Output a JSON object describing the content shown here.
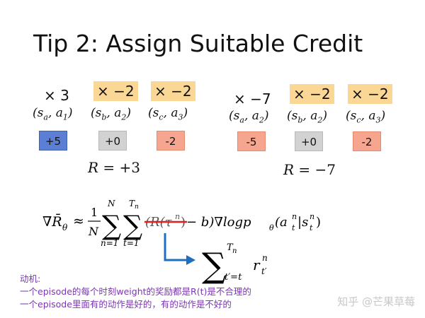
{
  "title": "Tip 2: Assign Suitable Credit",
  "left_example": {
    "multipliers": [
      "× 3",
      "× −2",
      "× −2"
    ],
    "pairs": [
      {
        "s": "s",
        "s_sub": "a",
        "a": "a",
        "a_sub": "1"
      },
      {
        "s": "s",
        "s_sub": "b",
        "a": "a",
        "a_sub": "2"
      },
      {
        "s": "s",
        "s_sub": "c",
        "a": "a",
        "a_sub": "3"
      }
    ],
    "rewards": [
      "+5",
      "+0",
      "-2"
    ],
    "total": {
      "R": "R",
      "eq": " = +3"
    }
  },
  "right_example": {
    "multipliers": [
      "× −7",
      "× −2",
      "× −2"
    ],
    "pairs": [
      {
        "s": "s",
        "s_sub": "a",
        "a": "a",
        "a_sub": "2"
      },
      {
        "s": "s",
        "s_sub": "b",
        "a": "a",
        "a_sub": "2"
      },
      {
        "s": "s",
        "s_sub": "c",
        "a": "a",
        "a_sub": "3"
      }
    ],
    "rewards": [
      "-5",
      "+0",
      "-2"
    ],
    "total": {
      "R": "R",
      "eq": " = −7"
    }
  },
  "formula": {
    "grad": "∇R̄",
    "grad_sub": "θ",
    "approx": "≈",
    "frac_num": "1",
    "frac_den": "N",
    "sum1_top": "N",
    "sum1_bottom": "n=1",
    "sum2_top": "T",
    "sum2_top_sub": "n",
    "sum2_bottom": "t=1",
    "crossed_term": "(R(τ",
    "crossed_sup": "n",
    "crossed_close": ")",
    "rest": " − b)∇logp",
    "p_sub": "θ",
    "args": "(a",
    "args_sub": "t",
    "args_sup": "n",
    "bar": "|s",
    "s_sub": "t",
    "s_sup": "n",
    "close": ")"
  },
  "replacement": {
    "sum_top": "T",
    "sum_top_sub": "n",
    "sum_bottom": "t′=t",
    "r": "r",
    "r_sup": "n",
    "r_sub": "t′"
  },
  "notes": [
    "动机:",
    "一个episode的每个时刻weight的奖励都是R(t)是不合理的",
    "一个episode里面有的动作是好的，有的动作是不好的"
  ],
  "watermark": "知乎 @芒果草莓",
  "colors": {
    "highlight": "#fbd796",
    "reward_positive": "#5b7fd4",
    "reward_zero": "#d2d2d2",
    "reward_negative": "#f6a58e",
    "strike": "#e02020",
    "arrow": "#1f6fc0",
    "notes": "#7b36b0"
  }
}
